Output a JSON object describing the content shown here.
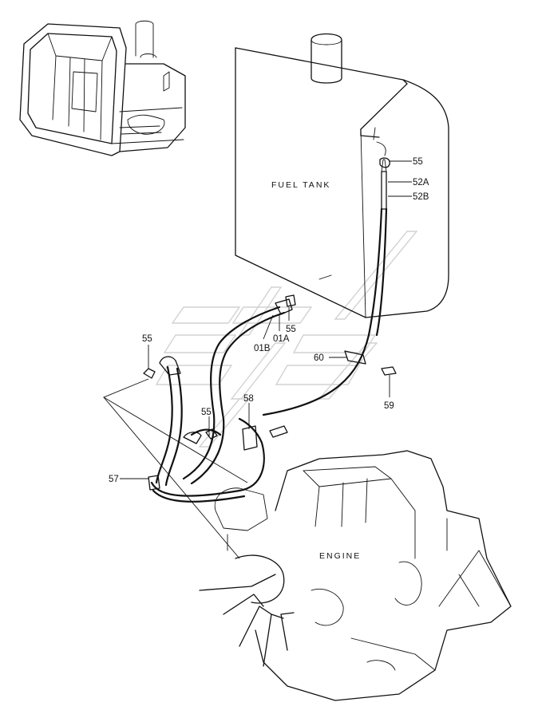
{
  "labels": {
    "fuel_tank": "FUEL TANK",
    "engine": "ENGINE"
  },
  "callouts": {
    "c55_top": "55",
    "c52a": "52A",
    "c52b": "52B",
    "c55_mid": "55",
    "c01a": "01A",
    "c01b": "01B",
    "c55_left": "55",
    "c60": "60",
    "c59": "59",
    "c58": "58",
    "c55_low": "55",
    "c57": "57"
  }
}
